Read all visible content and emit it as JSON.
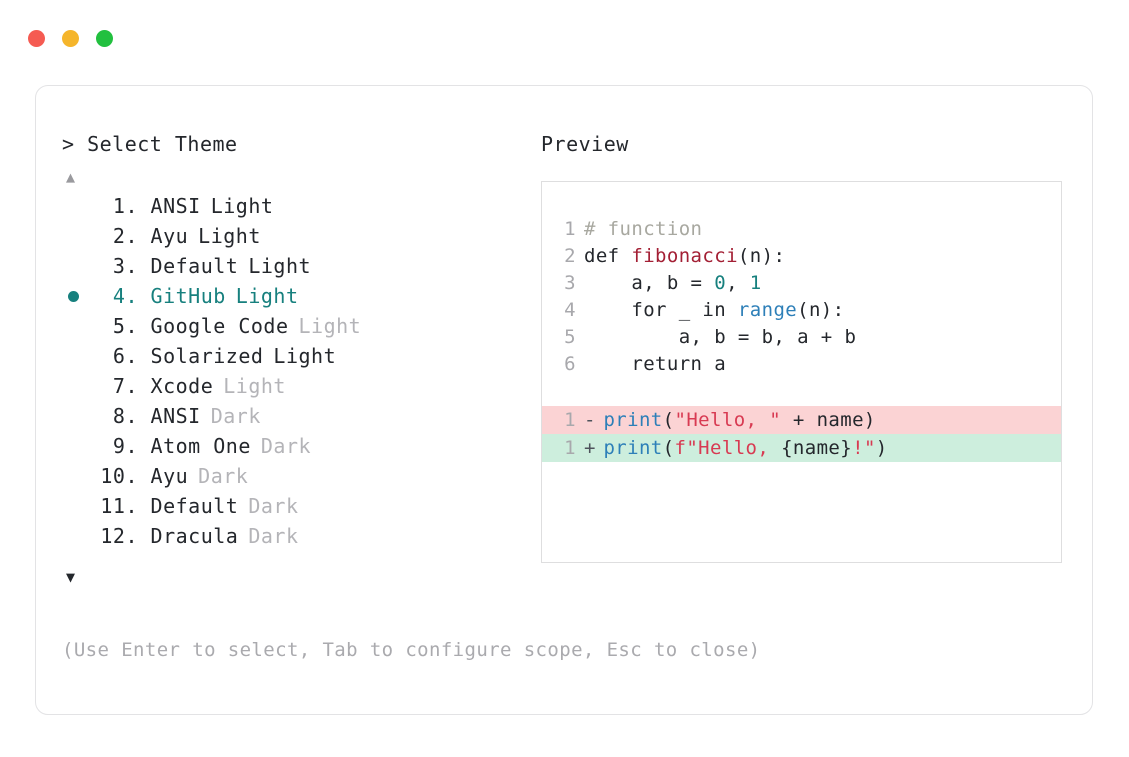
{
  "window": {
    "dots": [
      {
        "name": "close",
        "color": "#f55b52"
      },
      {
        "name": "minimize",
        "color": "#f5b52b"
      },
      {
        "name": "maximize",
        "color": "#2bc council"
      }
    ]
  },
  "left": {
    "prompt": "> Select Theme",
    "scroll_up": "▲",
    "scroll_down": "▼",
    "items": [
      {
        "index": "1.",
        "name": "ANSI",
        "variant": "Light",
        "variant_muted": false,
        "selected": false
      },
      {
        "index": "2.",
        "name": "Ayu",
        "variant": "Light",
        "variant_muted": false,
        "selected": false
      },
      {
        "index": "3.",
        "name": "Default",
        "variant": "Light",
        "variant_muted": false,
        "selected": false
      },
      {
        "index": "4.",
        "name": "GitHub",
        "variant": "Light",
        "variant_muted": false,
        "selected": true
      },
      {
        "index": "5.",
        "name": "Google Code",
        "variant": "Light",
        "variant_muted": true,
        "selected": false
      },
      {
        "index": "6.",
        "name": "Solarized",
        "variant": "Light",
        "variant_muted": false,
        "selected": false
      },
      {
        "index": "7.",
        "name": "Xcode",
        "variant": "Light",
        "variant_muted": true,
        "selected": false
      },
      {
        "index": "8.",
        "name": "ANSI",
        "variant": "Dark",
        "variant_muted": true,
        "selected": false
      },
      {
        "index": "9.",
        "name": "Atom One",
        "variant": "Dark",
        "variant_muted": true,
        "selected": false
      },
      {
        "index": "10.",
        "name": "Ayu",
        "variant": "Dark",
        "variant_muted": true,
        "selected": false
      },
      {
        "index": "11.",
        "name": "Default",
        "variant": "Dark",
        "variant_muted": true,
        "selected": false
      },
      {
        "index": "12.",
        "name": "Dracula",
        "variant": "Dark",
        "variant_muted": true,
        "selected": false
      }
    ],
    "hint": "(Use Enter to select, Tab to configure scope, Esc to close)"
  },
  "right": {
    "title": "Preview",
    "code_lines": [
      {
        "ln": "1",
        "tokens": [
          {
            "t": "# function",
            "c": "c-comment"
          }
        ]
      },
      {
        "ln": "2",
        "tokens": [
          {
            "t": "def ",
            "c": ""
          },
          {
            "t": "fibonacci",
            "c": "c-func"
          },
          {
            "t": "(n):",
            "c": ""
          }
        ]
      },
      {
        "ln": "3",
        "tokens": [
          {
            "t": "    a, b = ",
            "c": ""
          },
          {
            "t": "0",
            "c": "c-num"
          },
          {
            "t": ", ",
            "c": ""
          },
          {
            "t": "1",
            "c": "c-num"
          }
        ]
      },
      {
        "ln": "4",
        "tokens": [
          {
            "t": "    for _ in ",
            "c": ""
          },
          {
            "t": "range",
            "c": "c-builtin"
          },
          {
            "t": "(n):",
            "c": ""
          }
        ]
      },
      {
        "ln": "5",
        "tokens": [
          {
            "t": "        a, b = b, a + b",
            "c": ""
          }
        ]
      },
      {
        "ln": "6",
        "tokens": [
          {
            "t": "    return a",
            "c": ""
          }
        ]
      }
    ],
    "diff_lines": [
      {
        "ln": "1",
        "sign": "-",
        "kind": "diff-minus",
        "tokens": [
          {
            "t": "print",
            "c": "c-builtin"
          },
          {
            "t": "(",
            "c": ""
          },
          {
            "t": "\"Hello, \"",
            "c": "c-string"
          },
          {
            "t": " + name)",
            "c": ""
          }
        ]
      },
      {
        "ln": "1",
        "sign": "+",
        "kind": "diff-plus",
        "tokens": [
          {
            "t": "print",
            "c": "c-builtin"
          },
          {
            "t": "(",
            "c": ""
          },
          {
            "t": "f\"Hello, ",
            "c": "c-string"
          },
          {
            "t": "{name}",
            "c": ""
          },
          {
            "t": "!\"",
            "c": "c-string"
          },
          {
            "t": ")",
            "c": ""
          }
        ]
      }
    ]
  },
  "colors": {
    "accent_teal": "#17807e",
    "diff_add_bg": "#cdeedd",
    "diff_del_bg": "#fbd3d4",
    "muted_text": "#b4b4b8",
    "body_text": "#24272c"
  }
}
